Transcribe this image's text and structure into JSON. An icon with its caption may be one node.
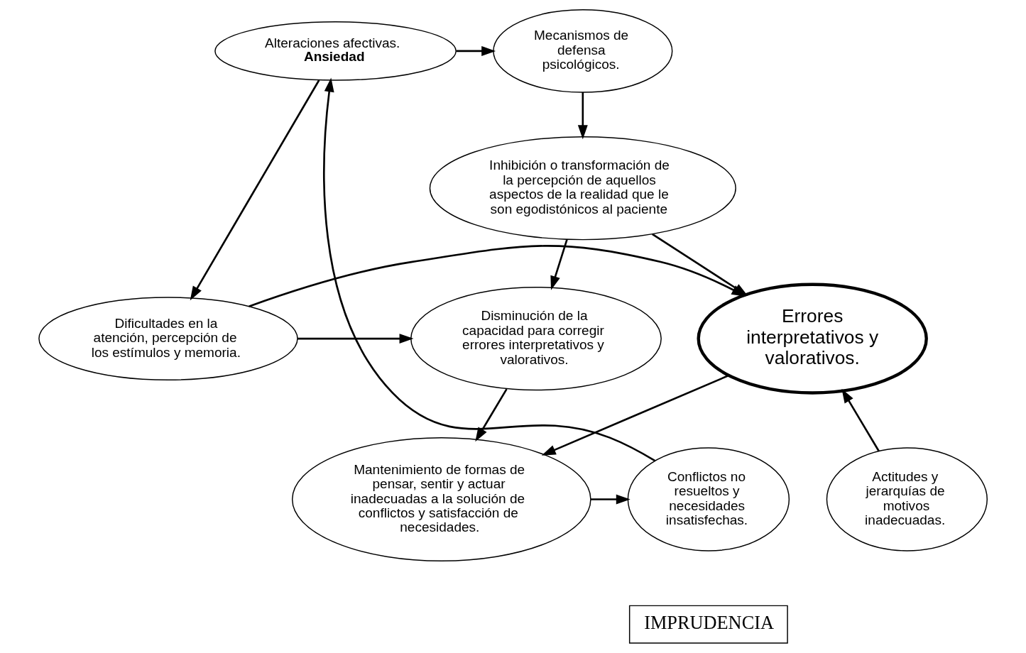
{
  "diagram": {
    "nodes": [
      {
        "text": [
          "Alteraciones afectivas.",
          "Ansiedad"
        ]
      },
      {
        "text": [
          "Mecanismos de defensa psicológicos."
        ]
      },
      {
        "text": [
          "Inhibición o transformación de la percepción de aquellos aspectos de la realidad que le son egodistónicos al paciente"
        ]
      },
      {
        "text": [
          "Disminución de la capacidad para corregir errores interpretativos y valorativos."
        ]
      },
      {
        "text": [
          "Dificultades en la atención, percepción de los estímulos y memoria."
        ]
      },
      {
        "text": [
          "Errores interpretativos y valorativos."
        ]
      },
      {
        "text": [
          "Actitudes y jerarquías de motivos inadecuadas."
        ]
      },
      {
        "text": [
          "Conflictos no resueltos y necesidades insatisfechas."
        ]
      },
      {
        "text": [
          "Mantenimiento de formas de pensar, sentir y actuar inadecuadas a la solución de conflictos y satisfacción de necesidades."
        ]
      },
      {
        "text": [
          "IMPRUDENCIA"
        ]
      }
    ],
    "edges": [
      {
        "from": 0,
        "to": 1,
        "arrow": "to"
      },
      {
        "from": 0,
        "to": 4,
        "arrow": "to"
      },
      {
        "from": 7,
        "to": 0,
        "arrow": "to"
      },
      {
        "from": 1,
        "to": 2,
        "arrow": "to"
      },
      {
        "from": 2,
        "to": 3,
        "arrow": "to"
      },
      {
        "from": 2,
        "to": 5,
        "arrow": "to"
      },
      {
        "from": 4,
        "to": 5,
        "arrow": "to"
      },
      {
        "from": 4,
        "to": 3,
        "arrow": "to"
      },
      {
        "from": 6,
        "to": 5,
        "arrow": "to"
      },
      {
        "from": 5,
        "to": 8,
        "arrow": "to"
      },
      {
        "from": 3,
        "to": 8,
        "arrow": "to"
      },
      {
        "from": 8,
        "to": 7,
        "arrow": "to"
      }
    ]
  }
}
